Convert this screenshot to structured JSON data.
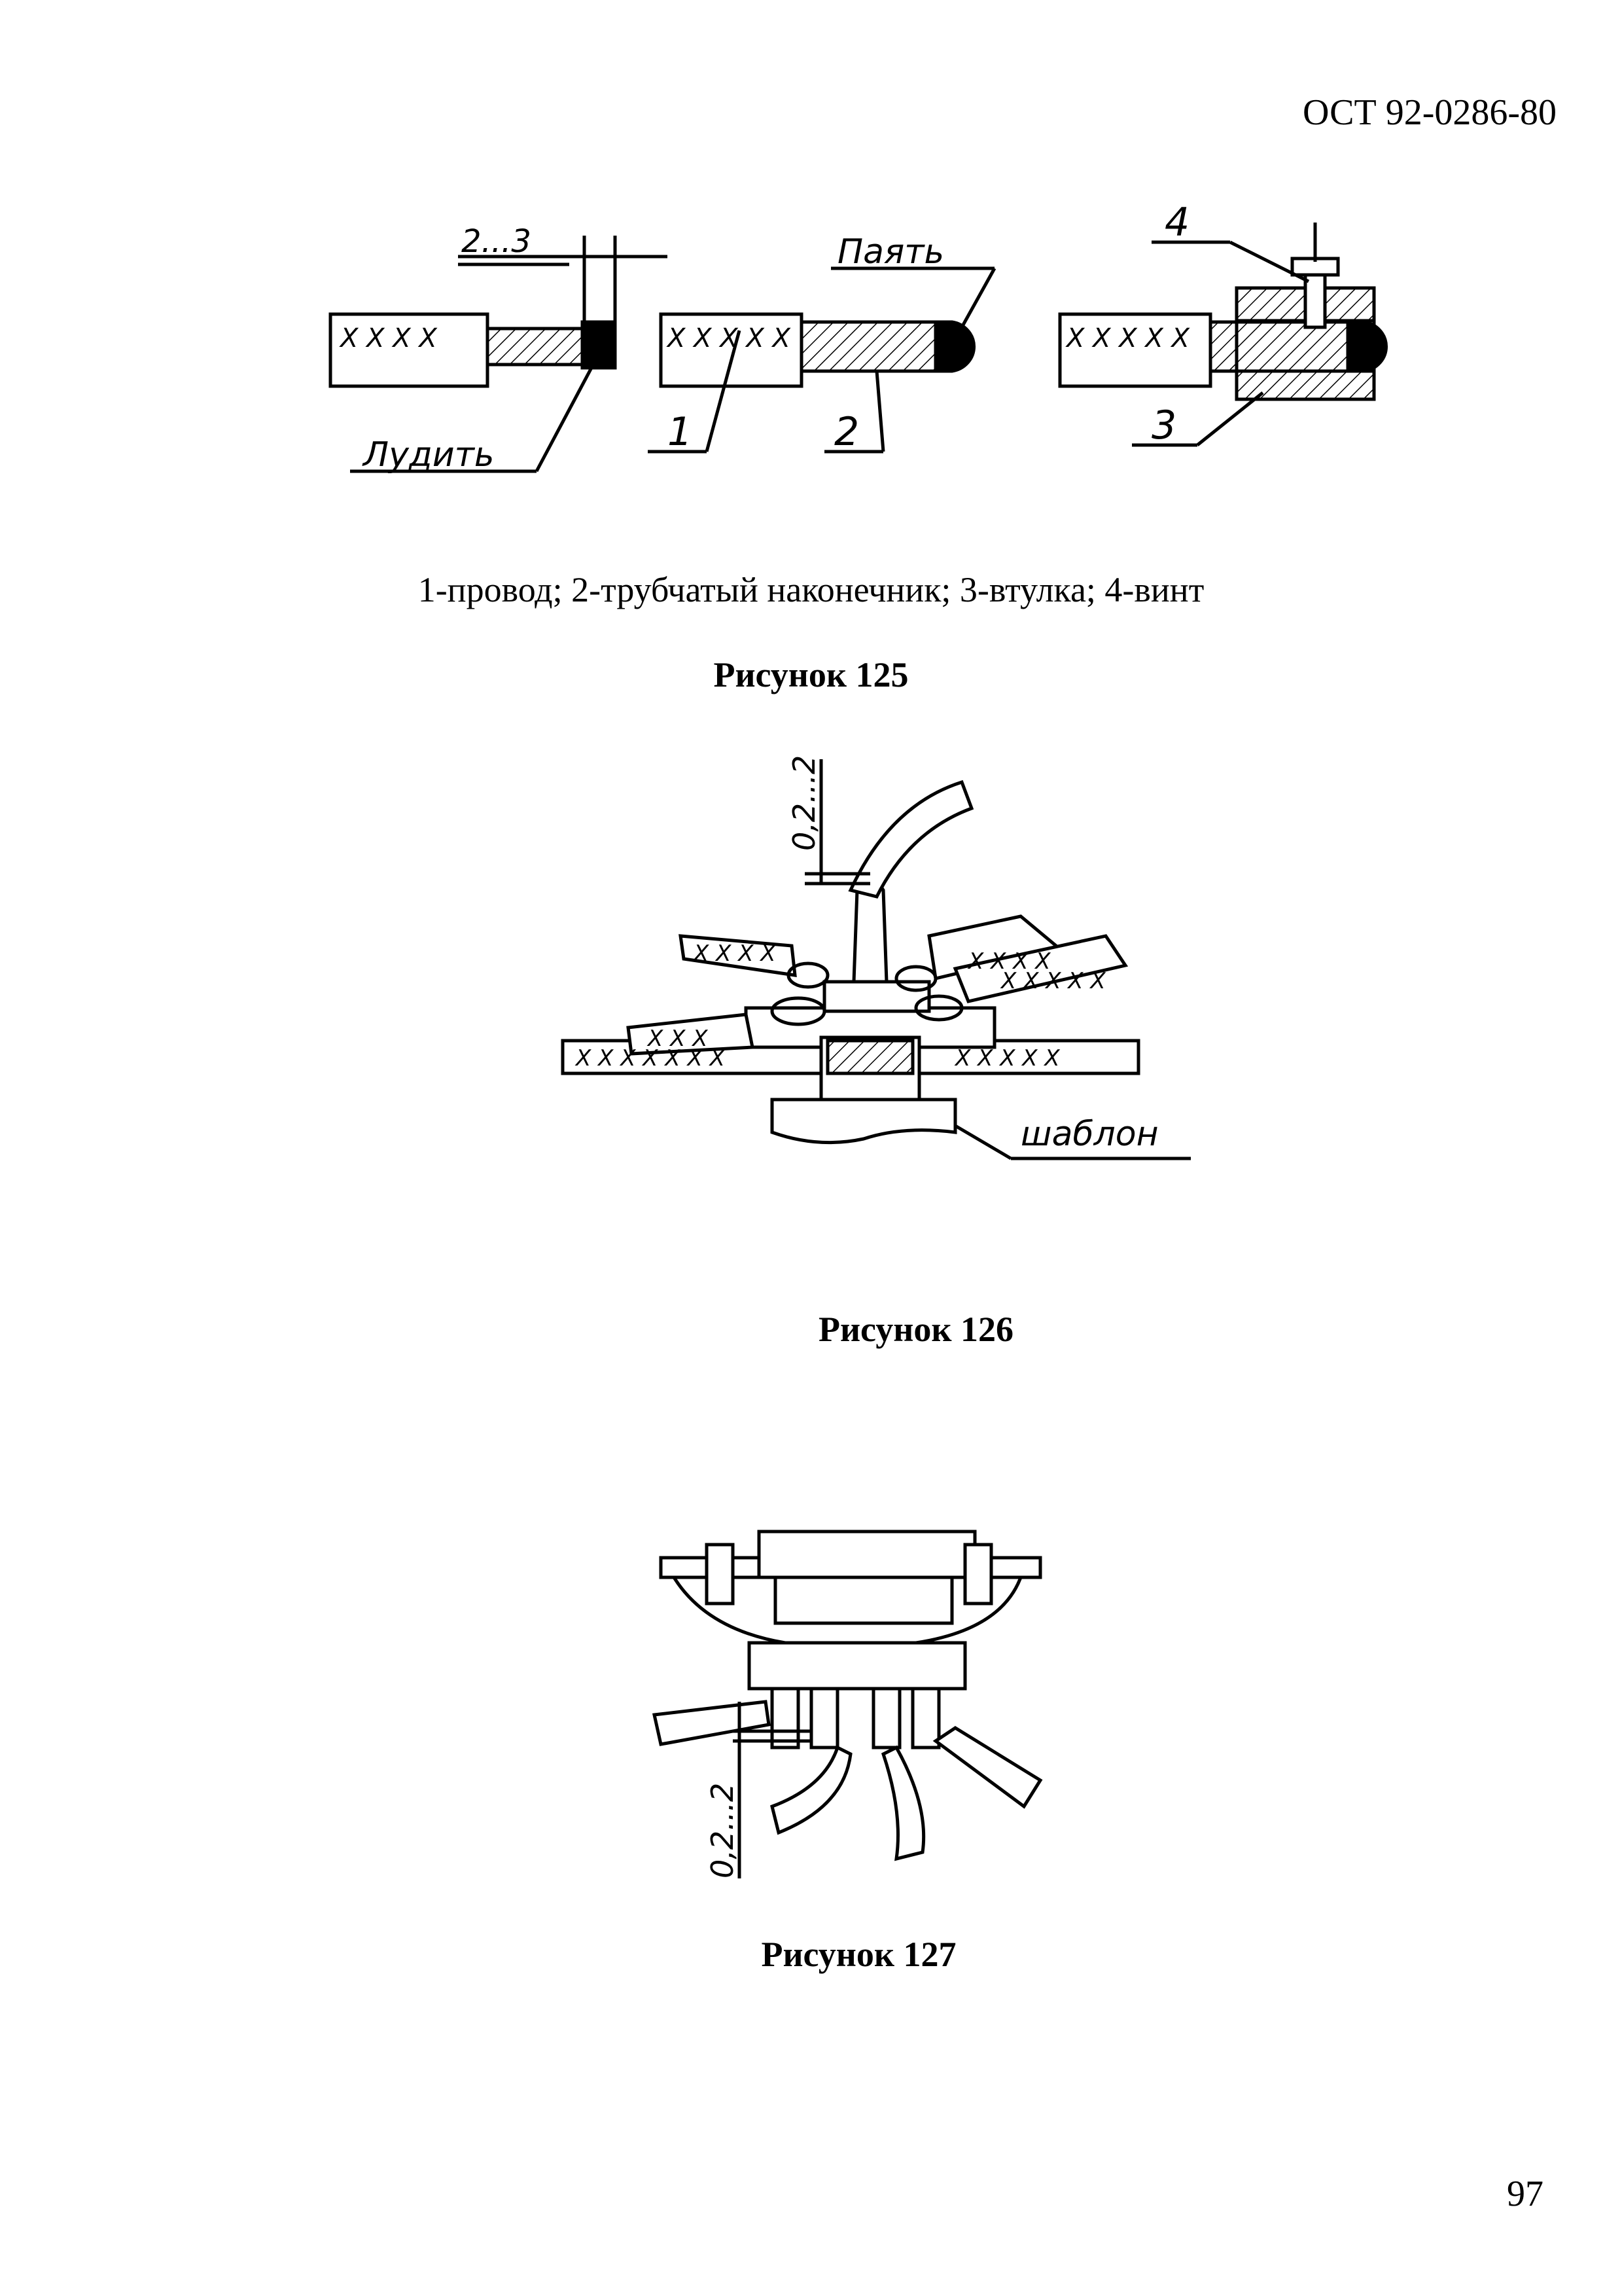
{
  "header": {
    "doc_code": "ОСТ 92-0286-80"
  },
  "figure125": {
    "legend": "1-провод; 2-трубчатый наконечник; 3-втулка; 4-винт",
    "caption": "Рисунок 125",
    "labels": {
      "dim": "2...3",
      "tin": "Лудить",
      "solder": "Паять",
      "n1": "1",
      "n2": "2",
      "n3": "3",
      "n4": "4"
    }
  },
  "figure126": {
    "caption": "Рисунок 126",
    "labels": {
      "dim": "0,2...2",
      "template": "шаблон"
    }
  },
  "figure127": {
    "caption": "Рисунок  127",
    "labels": {
      "dim": "0,2...2"
    }
  },
  "page_number": "97"
}
